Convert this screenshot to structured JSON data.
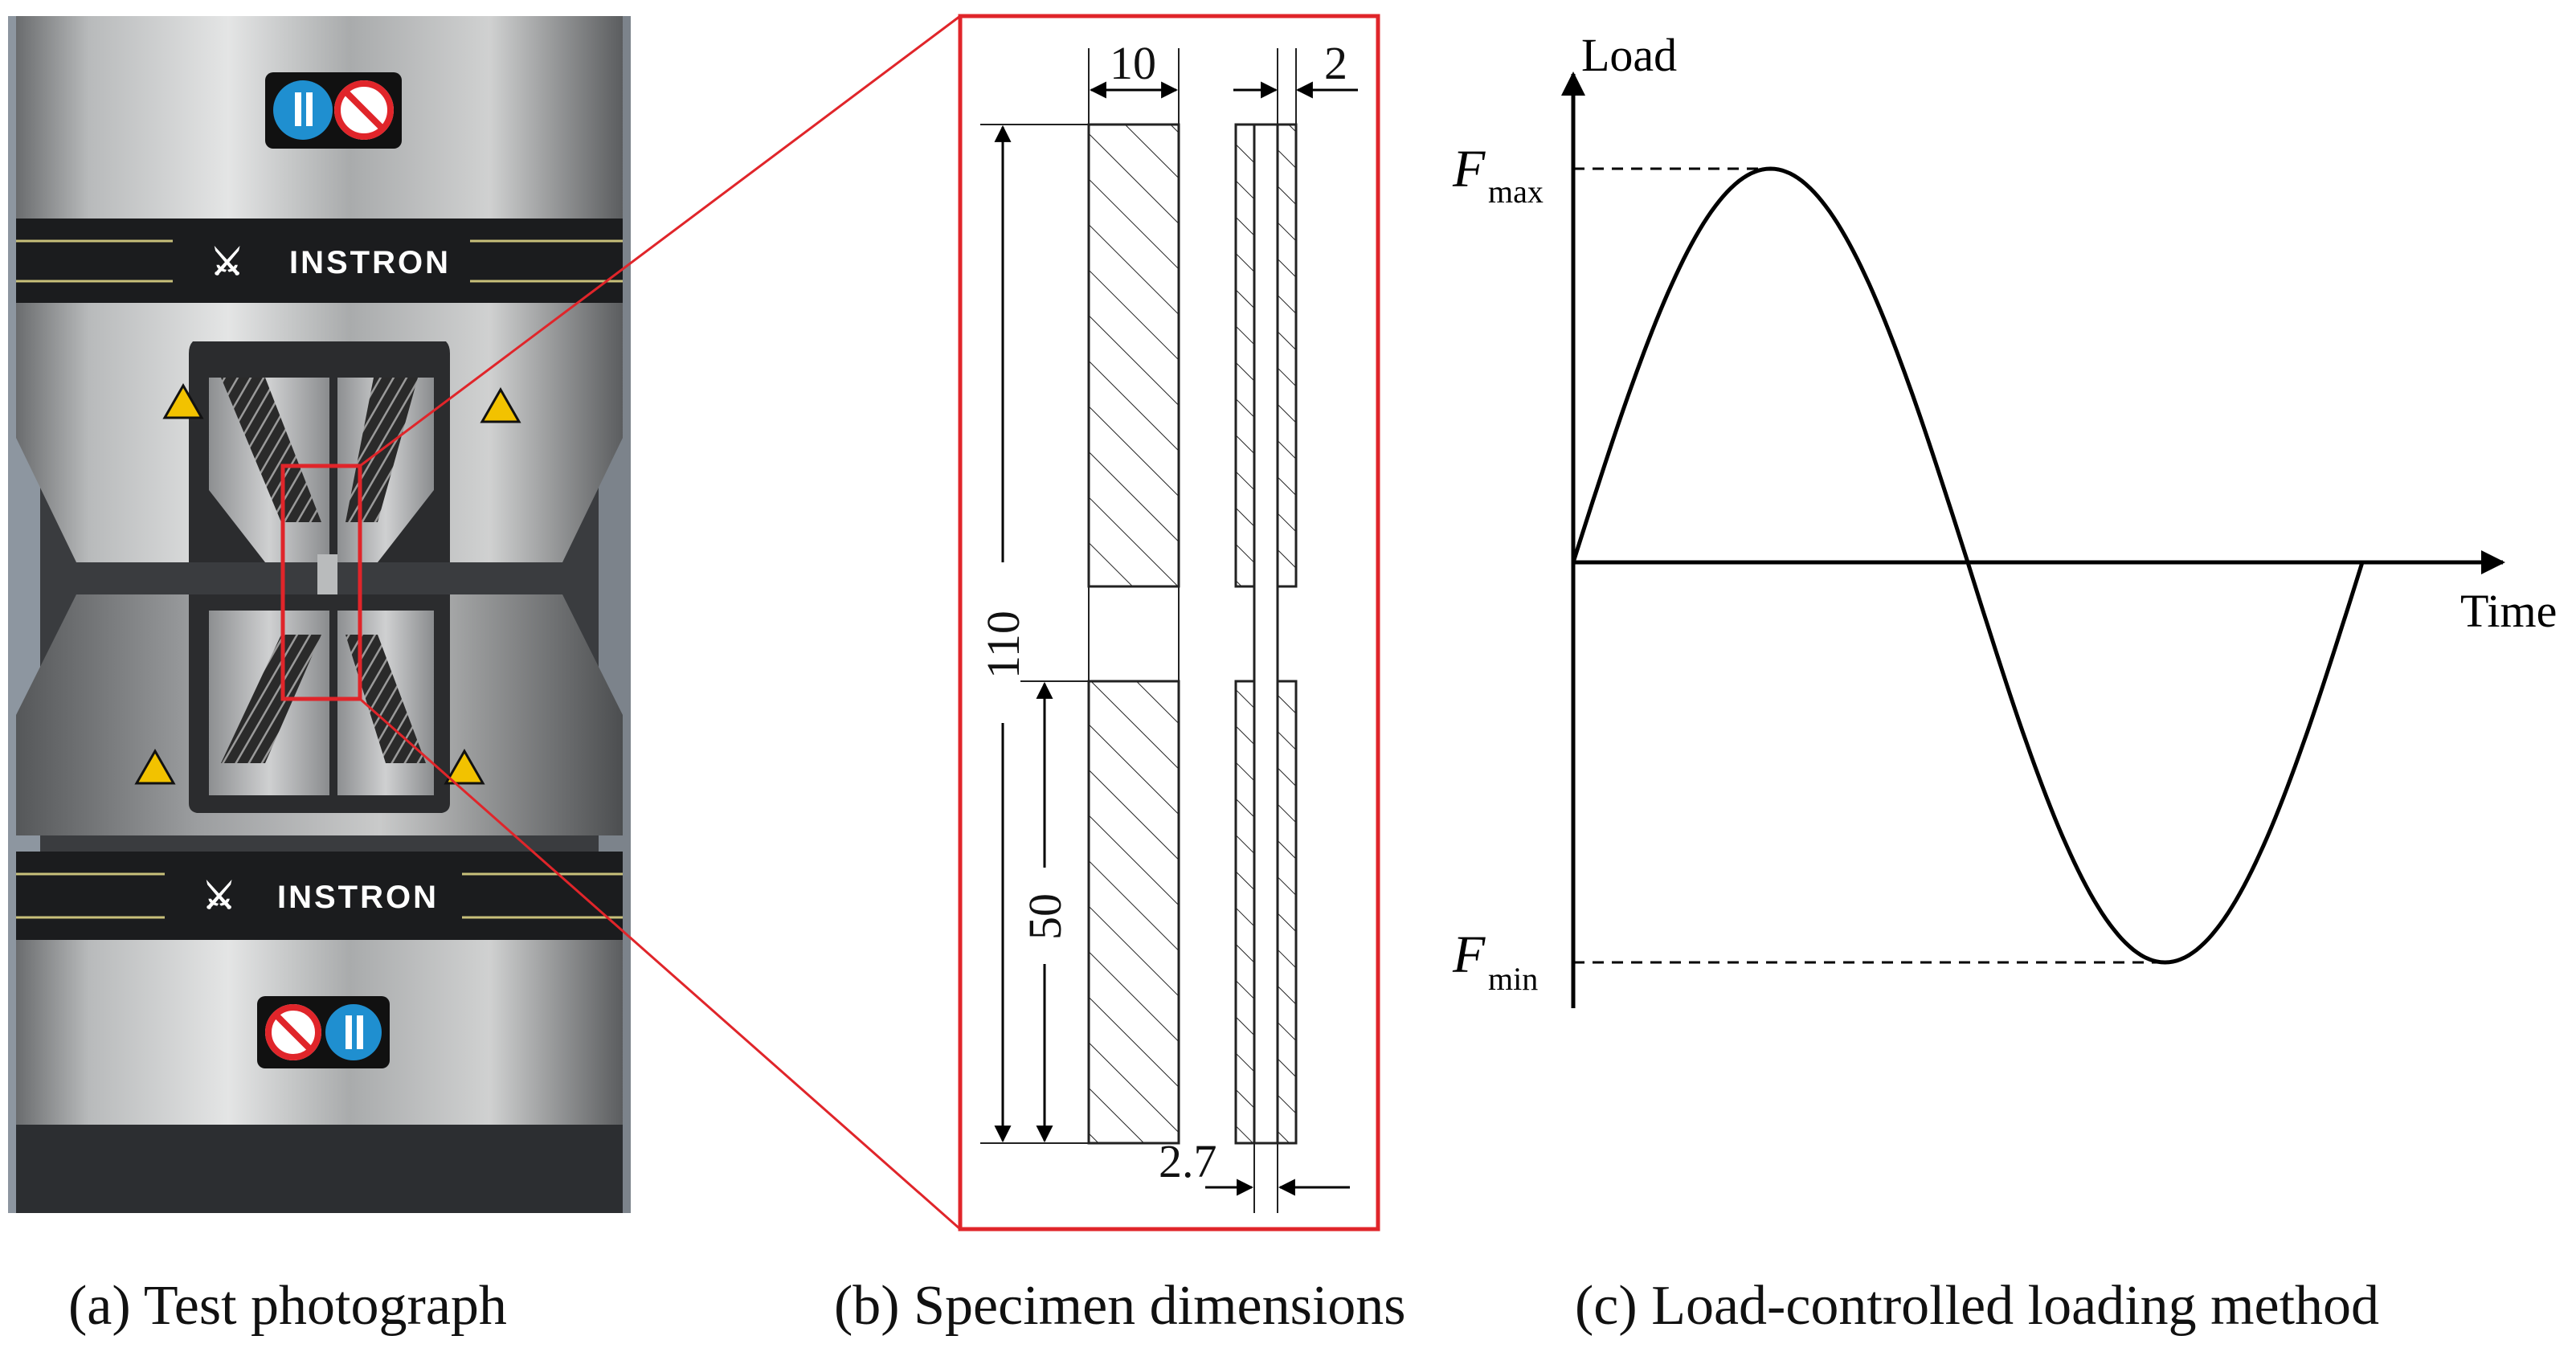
{
  "panel_a": {
    "caption": "(a) Test photograph",
    "brand_upper": "INSTRON",
    "brand_lower": "INSTRON",
    "colors": {
      "accent_red": "#e0252a",
      "warning_yellow": "#f2c200",
      "sign_blue": "#1f8fd0"
    }
  },
  "panel_b": {
    "caption": "(b) Specimen dimensions",
    "dims": {
      "width": "10",
      "thickness": "2",
      "total_length": "110",
      "grip_length": "50",
      "gap": "2.7"
    }
  },
  "panel_c": {
    "caption": "(c) Load-controlled loading method",
    "y_axis_label": "Load",
    "x_axis_label": "Time",
    "fmax_main": "F",
    "fmax_sub": "max",
    "fmin_main": "F",
    "fmin_sub": "min"
  },
  "chart_data": {
    "type": "line",
    "title": "",
    "xlabel": "Time",
    "ylabel": "Load",
    "curve": "one sine cycle starting at zero, peak at Fmax, trough at Fmin",
    "grid": false
  }
}
